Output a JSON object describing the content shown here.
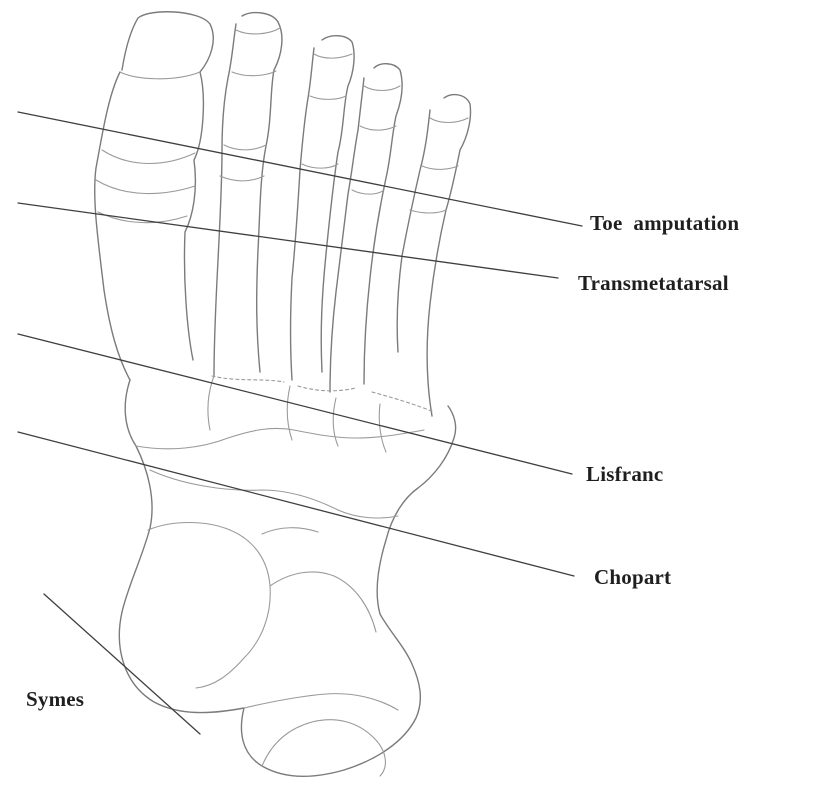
{
  "diagram": {
    "labels": {
      "toe": "Toe  amputation",
      "transmetatarsal": "Transmetatarsal",
      "lisfranc": "Lisfranc",
      "chopart": "Chopart",
      "symes": "Symes"
    }
  }
}
